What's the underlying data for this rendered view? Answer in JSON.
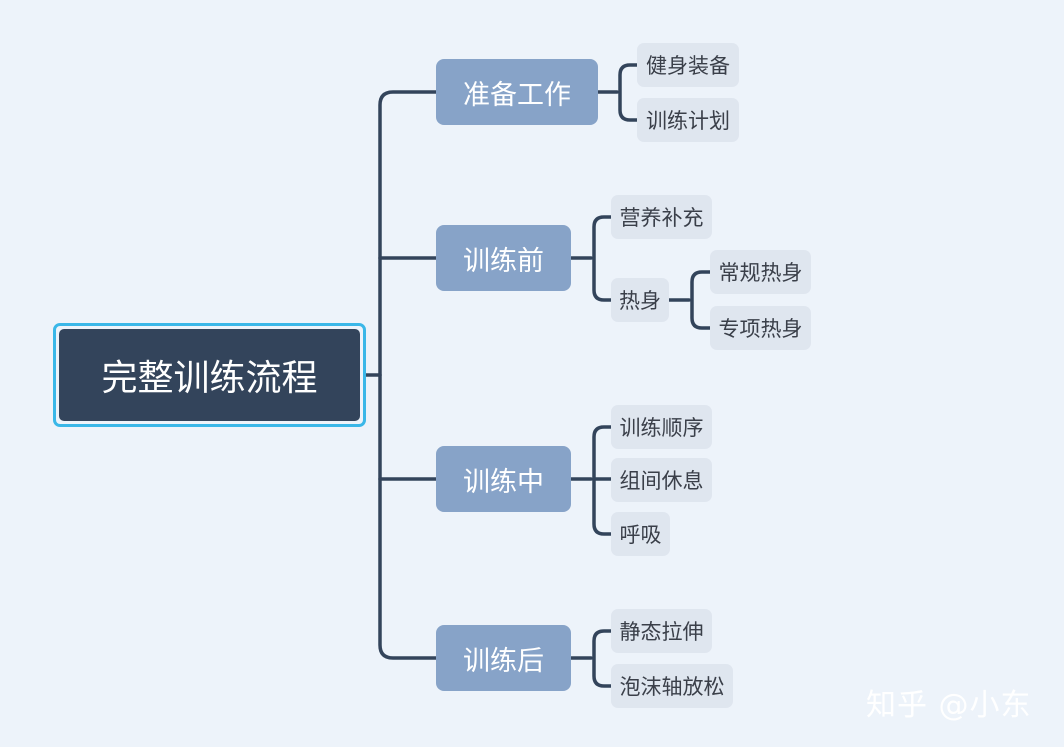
{
  "root": {
    "label": "完整训练流程"
  },
  "branches": [
    {
      "label": "准备工作",
      "children": [
        {
          "label": "健身装备"
        },
        {
          "label": "训练计划"
        }
      ]
    },
    {
      "label": "训练前",
      "children": [
        {
          "label": "营养补充"
        },
        {
          "label": "热身",
          "children": [
            {
              "label": "常规热身"
            },
            {
              "label": "专项热身"
            }
          ]
        }
      ]
    },
    {
      "label": "训练中",
      "children": [
        {
          "label": "训练顺序"
        },
        {
          "label": "组间休息"
        },
        {
          "label": "呼吸"
        }
      ]
    },
    {
      "label": "训练后",
      "children": [
        {
          "label": "静态拉伸"
        },
        {
          "label": "泡沫轴放松"
        }
      ]
    }
  ],
  "watermark": "知乎 @小东",
  "colors": {
    "background": "#edf3fa",
    "root_fill": "#33445b",
    "root_border": "#3ab7e8",
    "branch_fill": "#87a3c8",
    "leaf_fill": "#dfe6ef",
    "connector": "#33445b"
  }
}
